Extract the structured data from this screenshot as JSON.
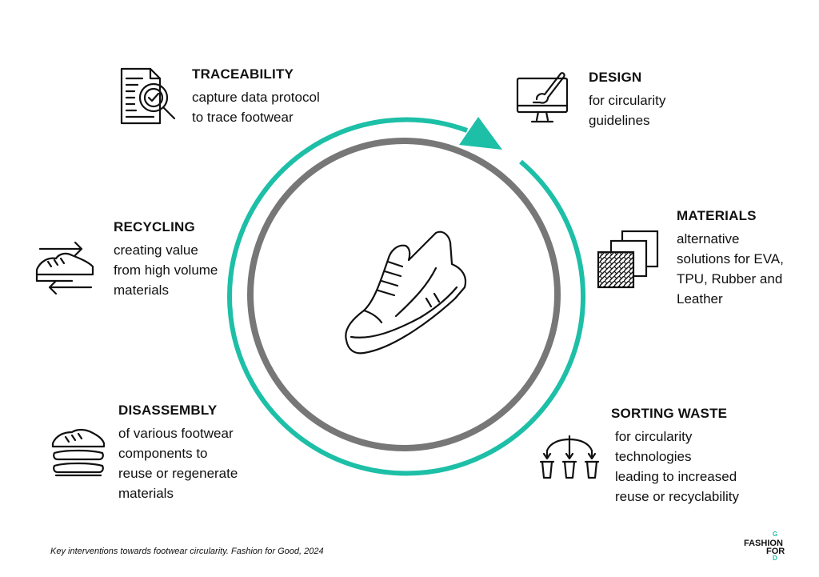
{
  "interventions": [
    {
      "title": "TRACEABILITY",
      "lines": [
        "capture data protocol",
        "to trace footwear"
      ]
    },
    {
      "title": "DESIGN",
      "lines": [
        "for circularity",
        "guidelines"
      ]
    },
    {
      "title": "RECYCLING",
      "lines": [
        "creating value",
        "from high volume",
        "materials"
      ]
    },
    {
      "title": "MATERIALS",
      "lines": [
        "alternative",
        "solutions for EVA,",
        "TPU, Rubber and",
        "Leather"
      ]
    },
    {
      "title": "DISASSEMBLY",
      "lines": [
        "of various footwear",
        "components to",
        "reuse or regenerate",
        "materials"
      ]
    },
    {
      "title": "SORTING WASTE",
      "lines": [
        "for circularity",
        "technologies",
        "leading to increased",
        "reuse or recyclability"
      ]
    }
  ],
  "icons": {
    "traceability": "document-magnifier-check-icon",
    "design": "monitor-paintbrush-icon",
    "recycling": "shoe-recycle-arrows-icon",
    "materials": "material-swatches-icon",
    "disassembly": "stacked-shoe-parts-icon",
    "sorting": "sorting-bins-icon",
    "center": "sneaker-icon"
  },
  "caption": "Key interventions towards footwear circularity. Fashion for Good, 2024",
  "logo": {
    "left": "FASHI",
    "vertical": [
      "G",
      "O",
      "O",
      "D"
    ],
    "middle": "ON",
    "bottom": "FOR"
  },
  "colors": {
    "accent": "#1dbfa7",
    "inner_ring": "#777777",
    "text": "#111111"
  }
}
